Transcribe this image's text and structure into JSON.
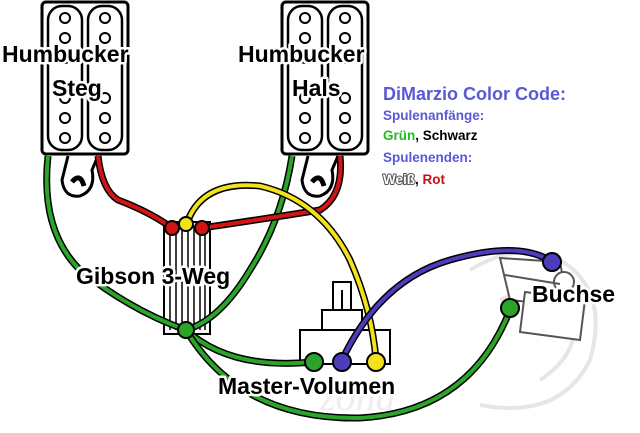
{
  "labels": {
    "pickup_bridge_line1": "Humbucker",
    "pickup_bridge_line2": "Steg",
    "pickup_neck_line1": "Humbucker",
    "pickup_neck_line2": "Hals",
    "switch": "Gibson 3-Weg",
    "jack": "Buchse",
    "volume": "Master-Volumen"
  },
  "legend": {
    "title": "DiMarzio Color Code:",
    "starts_label": "Spulenanfänge:",
    "starts_green": "Grün",
    "starts_sep": ", ",
    "starts_black": "Schwarz",
    "ends_label": "Spulenenden:",
    "ends_white": "Weiß",
    "ends_sep": ", ",
    "ends_red": "Rot"
  },
  "colors": {
    "green_wire": "#2aa52a",
    "red_wire": "#d11414",
    "yellow_wire": "#f2e21b",
    "blue_wire": "#4c3dbd",
    "legend_blue": "#5b58d8",
    "legend_green": "#22bb22",
    "legend_red": "#cc1111"
  },
  "icons": [
    "pickup-icon",
    "switch-icon",
    "potentiometer-icon",
    "jack-icon",
    "solder-point-icon"
  ]
}
